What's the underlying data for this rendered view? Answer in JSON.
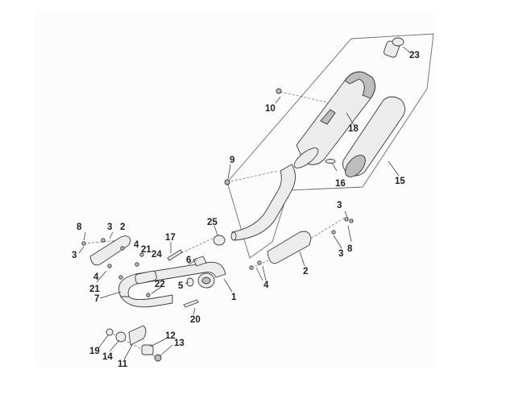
{
  "diagram": {
    "callouts": {
      "c1": "1",
      "c2a": "2",
      "c2b": "2",
      "c3a": "3",
      "c3b": "3",
      "c3c": "3",
      "c3d": "3",
      "c4a": "4",
      "c4b": "4",
      "c4c": "4",
      "c5": "5",
      "c6": "6",
      "c7": "7",
      "c8a": "8",
      "c8b": "8",
      "c9": "9",
      "c10": "10",
      "c11": "11",
      "c12": "12",
      "c13": "13",
      "c14": "14",
      "c15": "15",
      "c16": "16",
      "c17": "17",
      "c18": "18",
      "c19": "19",
      "c20": "20",
      "c21a": "21",
      "c21b": "21",
      "c22": "22",
      "c23": "23",
      "c24": "24",
      "c25": "25"
    }
  }
}
